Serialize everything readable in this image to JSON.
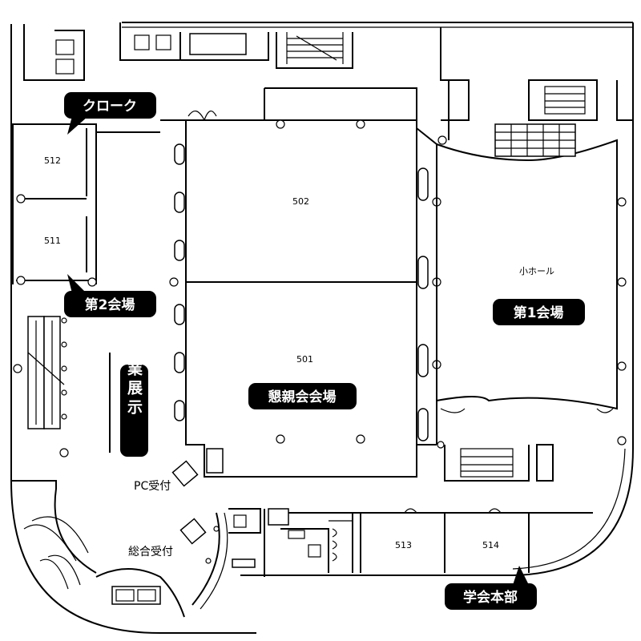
{
  "labels": {
    "cloak": "クローク",
    "hall2": "第2会場",
    "hall1": "第1会場",
    "banquet": "懇親会会場",
    "exhibition": "企業展示",
    "hq": "学会本部",
    "pc_reception": "PC受付",
    "general_reception": "総合受付",
    "small_hall": "小ホール"
  },
  "rooms": {
    "r512": "512",
    "r511": "511",
    "r502": "502",
    "r501": "501",
    "r513": "513",
    "r514": "514"
  },
  "colors": {
    "badge": "#000000",
    "badge_text": "#ffffff",
    "line": "#000000",
    "background": "#ffffff"
  }
}
